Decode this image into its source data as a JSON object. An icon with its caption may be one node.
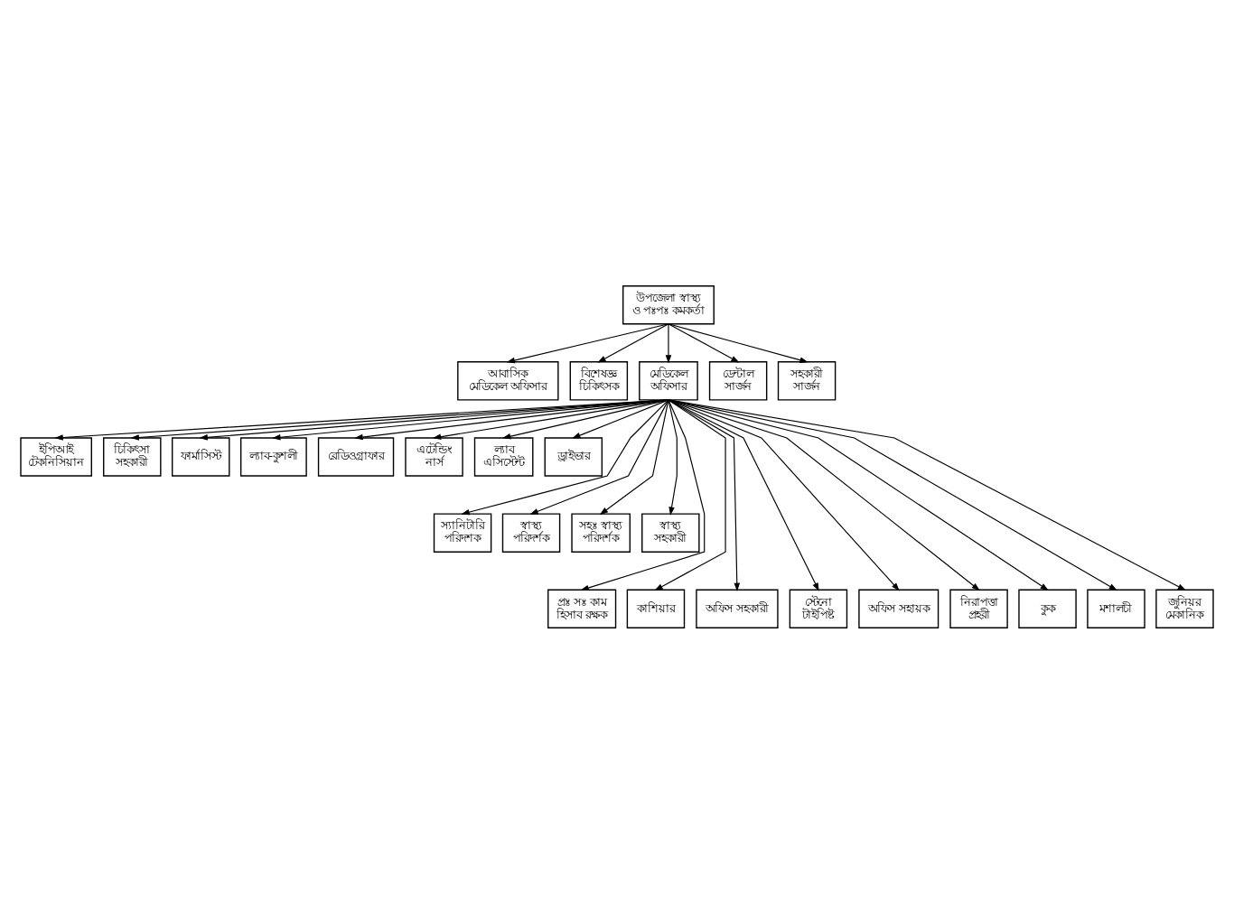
{
  "diagram": {
    "nodes": [
      {
        "text": [
          "উপজেলা স্বাস্থ্য ও পঃপঃ কমকর্তা"
        ]
      },
      {
        "text": [
          "আবাসিক মেডিকেল অফিসার"
        ]
      },
      {
        "text": [
          "বিশেষজ্ঞ চিকিৎসক"
        ]
      },
      {
        "text": [
          "মেডিকেল অফিসার"
        ]
      },
      {
        "text": [
          "ডেন্টাল সার্জন"
        ]
      },
      {
        "text": [
          "সহকারী সার্জন"
        ]
      },
      {
        "text": [
          "ইপিআই টেকনিসিয়ান"
        ]
      },
      {
        "text": [
          "চিকিৎসা সহকারী"
        ]
      },
      {
        "text": [
          "ফার্মাসিস্ট"
        ]
      },
      {
        "text": [
          "ল্যাব-কুশলী"
        ]
      },
      {
        "text": [
          "রেডিওগ্রাফার"
        ]
      },
      {
        "text": [
          "এটেন্ডিং নার্স"
        ]
      },
      {
        "text": [
          "ল্যাব এসিস্টেন্ট"
        ]
      },
      {
        "text": [
          "ড্রাইভার"
        ]
      },
      {
        "text": [
          "স্যানিটারি পরিদশক"
        ]
      },
      {
        "text": [
          "স্বাস্থ্য পরিদর্শক"
        ]
      },
      {
        "text": [
          "সহঃ স্বাস্থ্য পরিদর্শক"
        ]
      },
      {
        "text": [
          "স্বাস্থ্য সহকারী"
        ]
      },
      {
        "text": [
          "প্রঃ সঃ কাম হিসাব রক্ষক"
        ]
      },
      {
        "text": [
          "কাশিয়ার"
        ]
      },
      {
        "text": [
          "অফিস সহকারী"
        ]
      },
      {
        "text": [
          "স্টেনো টাইপিষ্ট"
        ]
      },
      {
        "text": [
          "অফিস সহায়ক"
        ]
      },
      {
        "text": [
          "নিরাপত্তা প্রহরী"
        ]
      },
      {
        "text": [
          "কুক"
        ]
      },
      {
        "text": [
          "মশালচী"
        ]
      },
      {
        "text": [
          "জুনিয়র মেকানিক"
        ]
      }
    ],
    "edges": [
      {
        "from": 0,
        "to": 1,
        "arrow": "to"
      },
      {
        "from": 0,
        "to": 2,
        "arrow": "to"
      },
      {
        "from": 0,
        "to": 3,
        "arrow": "to"
      },
      {
        "from": 0,
        "to": 4,
        "arrow": "to"
      },
      {
        "from": 0,
        "to": 5,
        "arrow": "to"
      },
      {
        "from": 3,
        "to": 6,
        "arrow": "to"
      },
      {
        "from": 3,
        "to": 7,
        "arrow": "to"
      },
      {
        "from": 3,
        "to": 8,
        "arrow": "to"
      },
      {
        "from": 3,
        "to": 9,
        "arrow": "to"
      },
      {
        "from": 3,
        "to": 10,
        "arrow": "to"
      },
      {
        "from": 3,
        "to": 11,
        "arrow": "to"
      },
      {
        "from": 3,
        "to": 12,
        "arrow": "to"
      },
      {
        "from": 3,
        "to": 13,
        "arrow": "to"
      },
      {
        "from": 3,
        "to": 14,
        "arrow": "to"
      },
      {
        "from": 3,
        "to": 15,
        "arrow": "to"
      },
      {
        "from": 3,
        "to": 16,
        "arrow": "to"
      },
      {
        "from": 3,
        "to": 17,
        "arrow": "to"
      },
      {
        "from": 3,
        "to": 18,
        "arrow": "to"
      },
      {
        "from": 3,
        "to": 19,
        "arrow": "to"
      },
      {
        "from": 3,
        "to": 20,
        "arrow": "to"
      },
      {
        "from": 3,
        "to": 21,
        "arrow": "to"
      },
      {
        "from": 3,
        "to": 22,
        "arrow": "to"
      },
      {
        "from": 3,
        "to": 23,
        "arrow": "to"
      },
      {
        "from": 3,
        "to": 24,
        "arrow": "to"
      },
      {
        "from": 3,
        "to": 25,
        "arrow": "to"
      },
      {
        "from": 3,
        "to": 26,
        "arrow": "to"
      }
    ]
  }
}
